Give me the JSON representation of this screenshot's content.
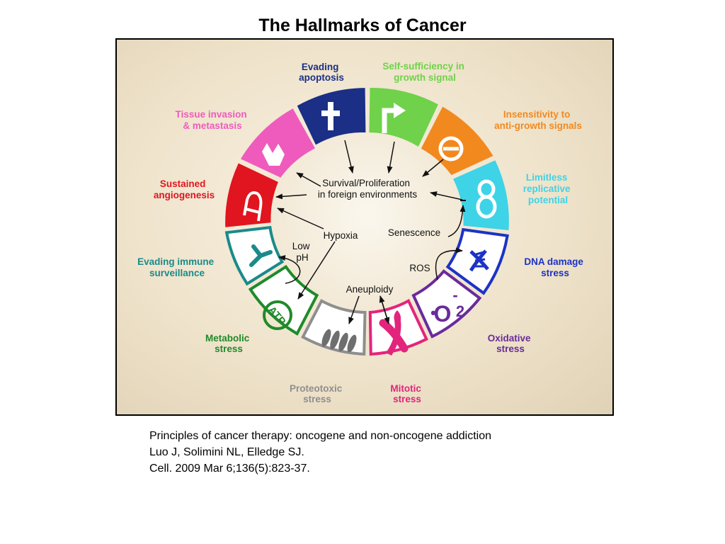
{
  "title": "The Hallmarks of Cancer",
  "labels": {
    "evading_apoptosis": [
      "Evading",
      "apoptosis"
    ],
    "self_sufficiency": [
      "Self-sufficiency in",
      "growth signal"
    ],
    "insensitivity": [
      "Insensitivity to",
      "anti-growth signals"
    ],
    "limitless": [
      "Limitless",
      "replicative",
      "potential"
    ],
    "dna_damage": [
      "DNA damage",
      "stress"
    ],
    "oxidative": [
      "Oxidative",
      "stress"
    ],
    "mitotic": [
      "Mitotic",
      "stress"
    ],
    "proteotoxic": [
      "Proteotoxic",
      "stress"
    ],
    "metabolic": [
      "Metabolic",
      "stress"
    ],
    "immune": [
      "Evading immune",
      "surveillance"
    ],
    "angiogenesis": [
      "Sustained",
      "angiogenesis"
    ],
    "invasion": [
      "Tissue invasion",
      "& metastasis"
    ]
  },
  "center": {
    "survival": [
      "Survival/Proliferation",
      "in foreign environments"
    ],
    "hypoxia": "Hypoxia",
    "low_ph": [
      "Low",
      "pH"
    ],
    "senescence": "Senescence",
    "ros": "ROS",
    "aneuploidy": "Aneuploidy"
  },
  "icons": {
    "atp": "ATP",
    "oxygen_o": "O",
    "oxygen_sub": "2",
    "oxygen_dot": "•",
    "oxygen_minus": "-"
  },
  "colors": {
    "evading_apoptosis": "#1b2f86",
    "self_sufficiency": "#6fd24a",
    "insensitivity": "#f2891f",
    "limitless": "#3ed3e6",
    "dna_damage": "#1c33c6",
    "oxidative": "#6a2a9c",
    "mitotic": "#e3247c",
    "proteotoxic": "#8e8e8e",
    "metabolic": "#1f8a2a",
    "immune": "#1a8a8a",
    "angiogenesis": "#e1151f",
    "invasion": "#ee5bbd"
  },
  "citation": [
    "Principles of cancer therapy: oncogene and non-oncogene addiction",
    "Luo J, Solimini NL, Elledge SJ.",
    "Cell. 2009 Mar 6;136(5):823-37."
  ]
}
